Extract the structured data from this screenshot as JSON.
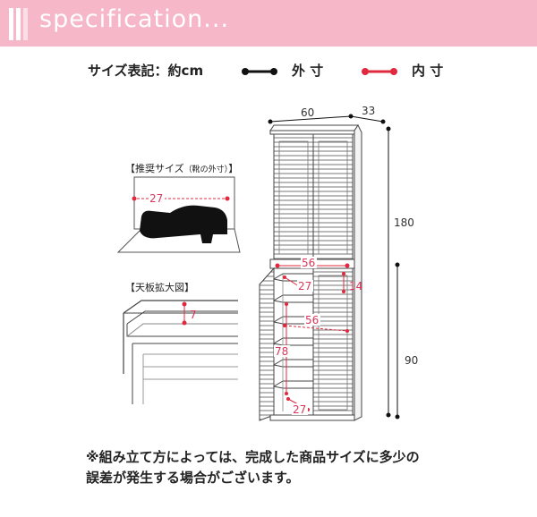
{
  "header": {
    "title": "specification..."
  },
  "legend": {
    "size_label": "サイズ表記：約cm",
    "outer_label": "外 寸",
    "inner_label": "内 寸",
    "outer_color": "#111111",
    "inner_color": "#e0283e"
  },
  "captions": {
    "recommended_size": "【推奨サイズ",
    "recommended_size_sub": "（靴の外寸）",
    "recommended_size_end": "】",
    "top_board_zoom": "【天板拡大図】"
  },
  "dimensions": {
    "outer_width": "60",
    "outer_depth": "33",
    "outer_height": "180",
    "lower_height": "90",
    "inner_width_upper": "56",
    "inner_depth_upper": "27",
    "inner_depth_upper_right": "14",
    "inner_width_middle": "56",
    "inner_height_lower": "78",
    "inner_depth_lower": "27",
    "shoe_length": "27",
    "top_board_height": "7"
  },
  "note": {
    "line1": "※組み立て方によっては、完成した商品サイズに多少の",
    "line2": "誤差が発生する場合がございます。"
  }
}
